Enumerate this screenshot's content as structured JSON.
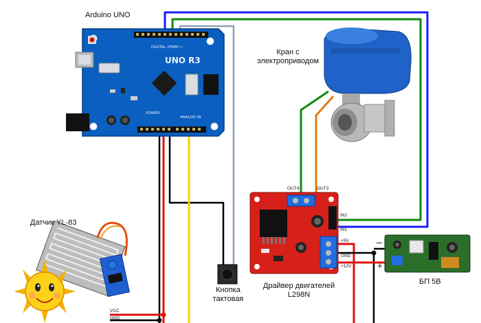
{
  "labels": {
    "arduino": "Arduino UNO",
    "valve_l1": "Кран с",
    "valve_l2": "электроприводом",
    "sensor": "Датчик YL-83",
    "button_l1": "Кнопка",
    "button_l2": "тактовая",
    "driver_l1": "Драйвер двигателей",
    "driver_l2": "L298N",
    "psu": "БП 5В"
  },
  "pins": {
    "out4": "OUT4",
    "out3": "OUT3",
    "in2": "IN2",
    "in1": "IN1",
    "plus5v": "+5V",
    "gnd": "GND",
    "plus12v": "+12V",
    "vcc": "VCC",
    "gnd2": "GND",
    "minus": "–",
    "plus": "+"
  },
  "board": {
    "model": "UNO R3",
    "power": "POWER",
    "analog_in": "ANALOG IN",
    "digital": "DIGITAL (PWM~)"
  },
  "colors": {
    "wire_blue": "#1a1aff",
    "wire_green": "#0a8a0a",
    "wire_gray": "#8aa0b8",
    "wire_black": "#000000",
    "wire_red": "#e01010",
    "wire_yellow": "#f5d000",
    "wire_orange": "#e07a10",
    "board_blue": "#0a5fc0",
    "driver_red": "#d8201a",
    "valve_blue": "#1f63c8"
  }
}
